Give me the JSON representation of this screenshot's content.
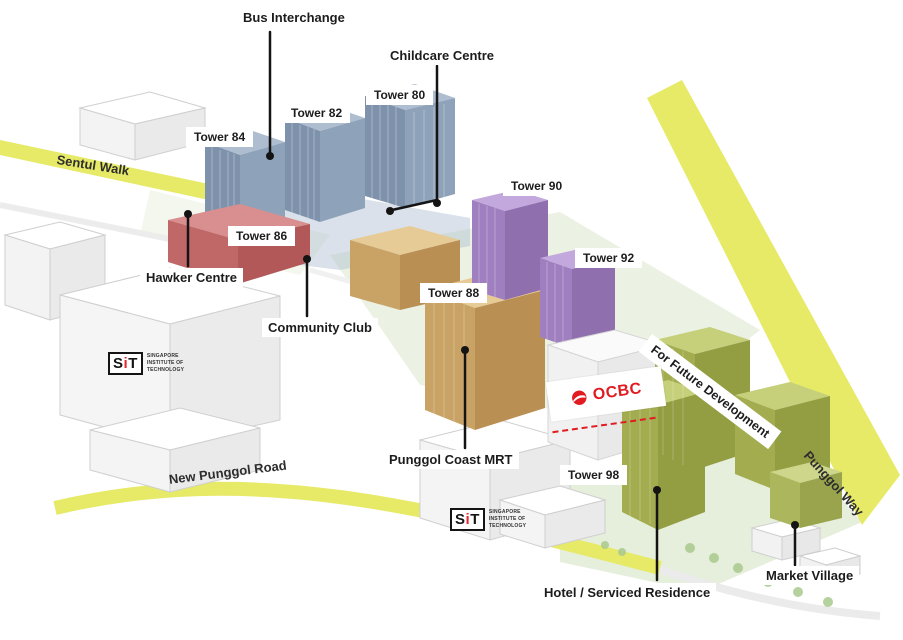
{
  "labels": {
    "bus_interchange": "Bus Interchange",
    "childcare_centre": "Childcare Centre",
    "hawker_centre": "Hawker Centre",
    "community_club": "Community Club",
    "punggol_coast_mrt": "Punggol Coast MRT",
    "hotel_serviced_residence": "Hotel / Serviced Residence",
    "market_village": "Market Village",
    "for_future_development": "For Future Development"
  },
  "towers": {
    "t80": "Tower 80",
    "t82": "Tower 82",
    "t84": "Tower 84",
    "t86": "Tower 86",
    "t88": "Tower 88",
    "t90": "Tower 90",
    "t92": "Tower 92",
    "t98": "Tower 98"
  },
  "roads": {
    "sentul_walk": "Sentul Walk",
    "new_punggol_road": "New Punggol Road",
    "punggol_way": "Punggol Way"
  },
  "logos": {
    "sit_s": "S",
    "sit_i": "i",
    "sit_t": "T",
    "sit_caption_line1": "SINGAPORE",
    "sit_caption_line2": "INSTITUTE OF",
    "sit_caption_line3": "TECHNOLOGY",
    "ocbc": "OCBC"
  },
  "colors": {
    "road_yellow": "#e6ea67",
    "tower_blue": "#7e92ac",
    "tower_red": "#c06868",
    "tower_tan": "#c9a265",
    "tower_purple": "#9f7fc0",
    "tower_green": "#a3ad4f",
    "ocbc_red": "#e11b22",
    "sit_red": "#e8262d"
  }
}
